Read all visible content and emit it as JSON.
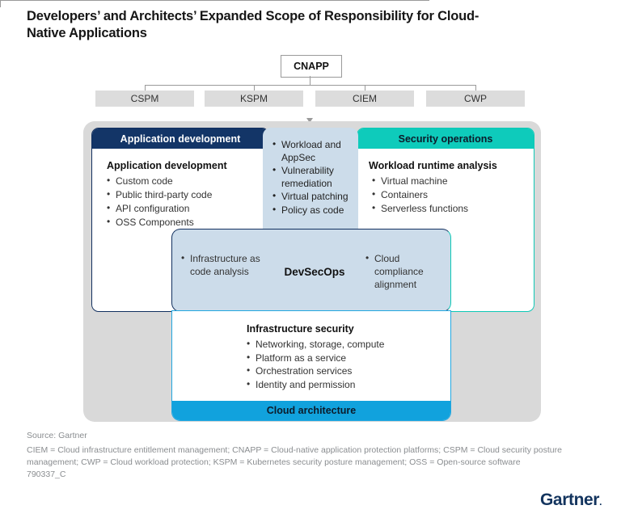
{
  "title": "Developers’ and Architects’ Expanded Scope of Responsibility for Cloud-Native Applications",
  "tree": {
    "root_label": "CNAPP",
    "leaves": [
      "CSPM",
      "KSPM",
      "CIEM",
      "CWP"
    ]
  },
  "left_panel": {
    "header": "Application development",
    "group_title": "Application development",
    "items": [
      "Custom code",
      "Public third-party code",
      "API configuration",
      "OSS Components"
    ]
  },
  "right_panel": {
    "header": "Security operations",
    "group_title": "Workload runtime analysis",
    "items": [
      "Virtual machine",
      "Containers",
      "Serverless functions"
    ]
  },
  "top_column": {
    "items": [
      "Workload and AppSec",
      "Vulnerability remediation",
      "Virtual patching",
      "Policy as code"
    ]
  },
  "devsecops": {
    "label": "DevSecOps",
    "left_items": [
      "Infrastructure as code analysis"
    ],
    "right_items": [
      "Cloud compliance alignment"
    ]
  },
  "bottom_panel": {
    "group_title": "Infrastructure security",
    "items": [
      "Networking, storage, compute",
      "Platform as a service",
      "Orchestration services",
      "Identity and permission"
    ],
    "footer_bar": "Cloud architecture"
  },
  "footer": {
    "source": "Source: Gartner",
    "definitions": "CIEM = Cloud infrastructure entitlement management; CNAPP = Cloud-native application protection platforms; CSPM = Cloud security posture management; CWP = Cloud workload protection; KSPM = Kubernetes security posture management; OSS = Open-source software",
    "code": "790337_C",
    "logo": "Gartner"
  },
  "colors": {
    "navy": "#133567",
    "teal": "#0ecbbb",
    "blue": "#11a2dd",
    "light_blue": "#ccdcea",
    "shell_gray": "#d9d9d9",
    "leaf_gray": "#dcdcdc",
    "logo_navy": "#13345e"
  }
}
